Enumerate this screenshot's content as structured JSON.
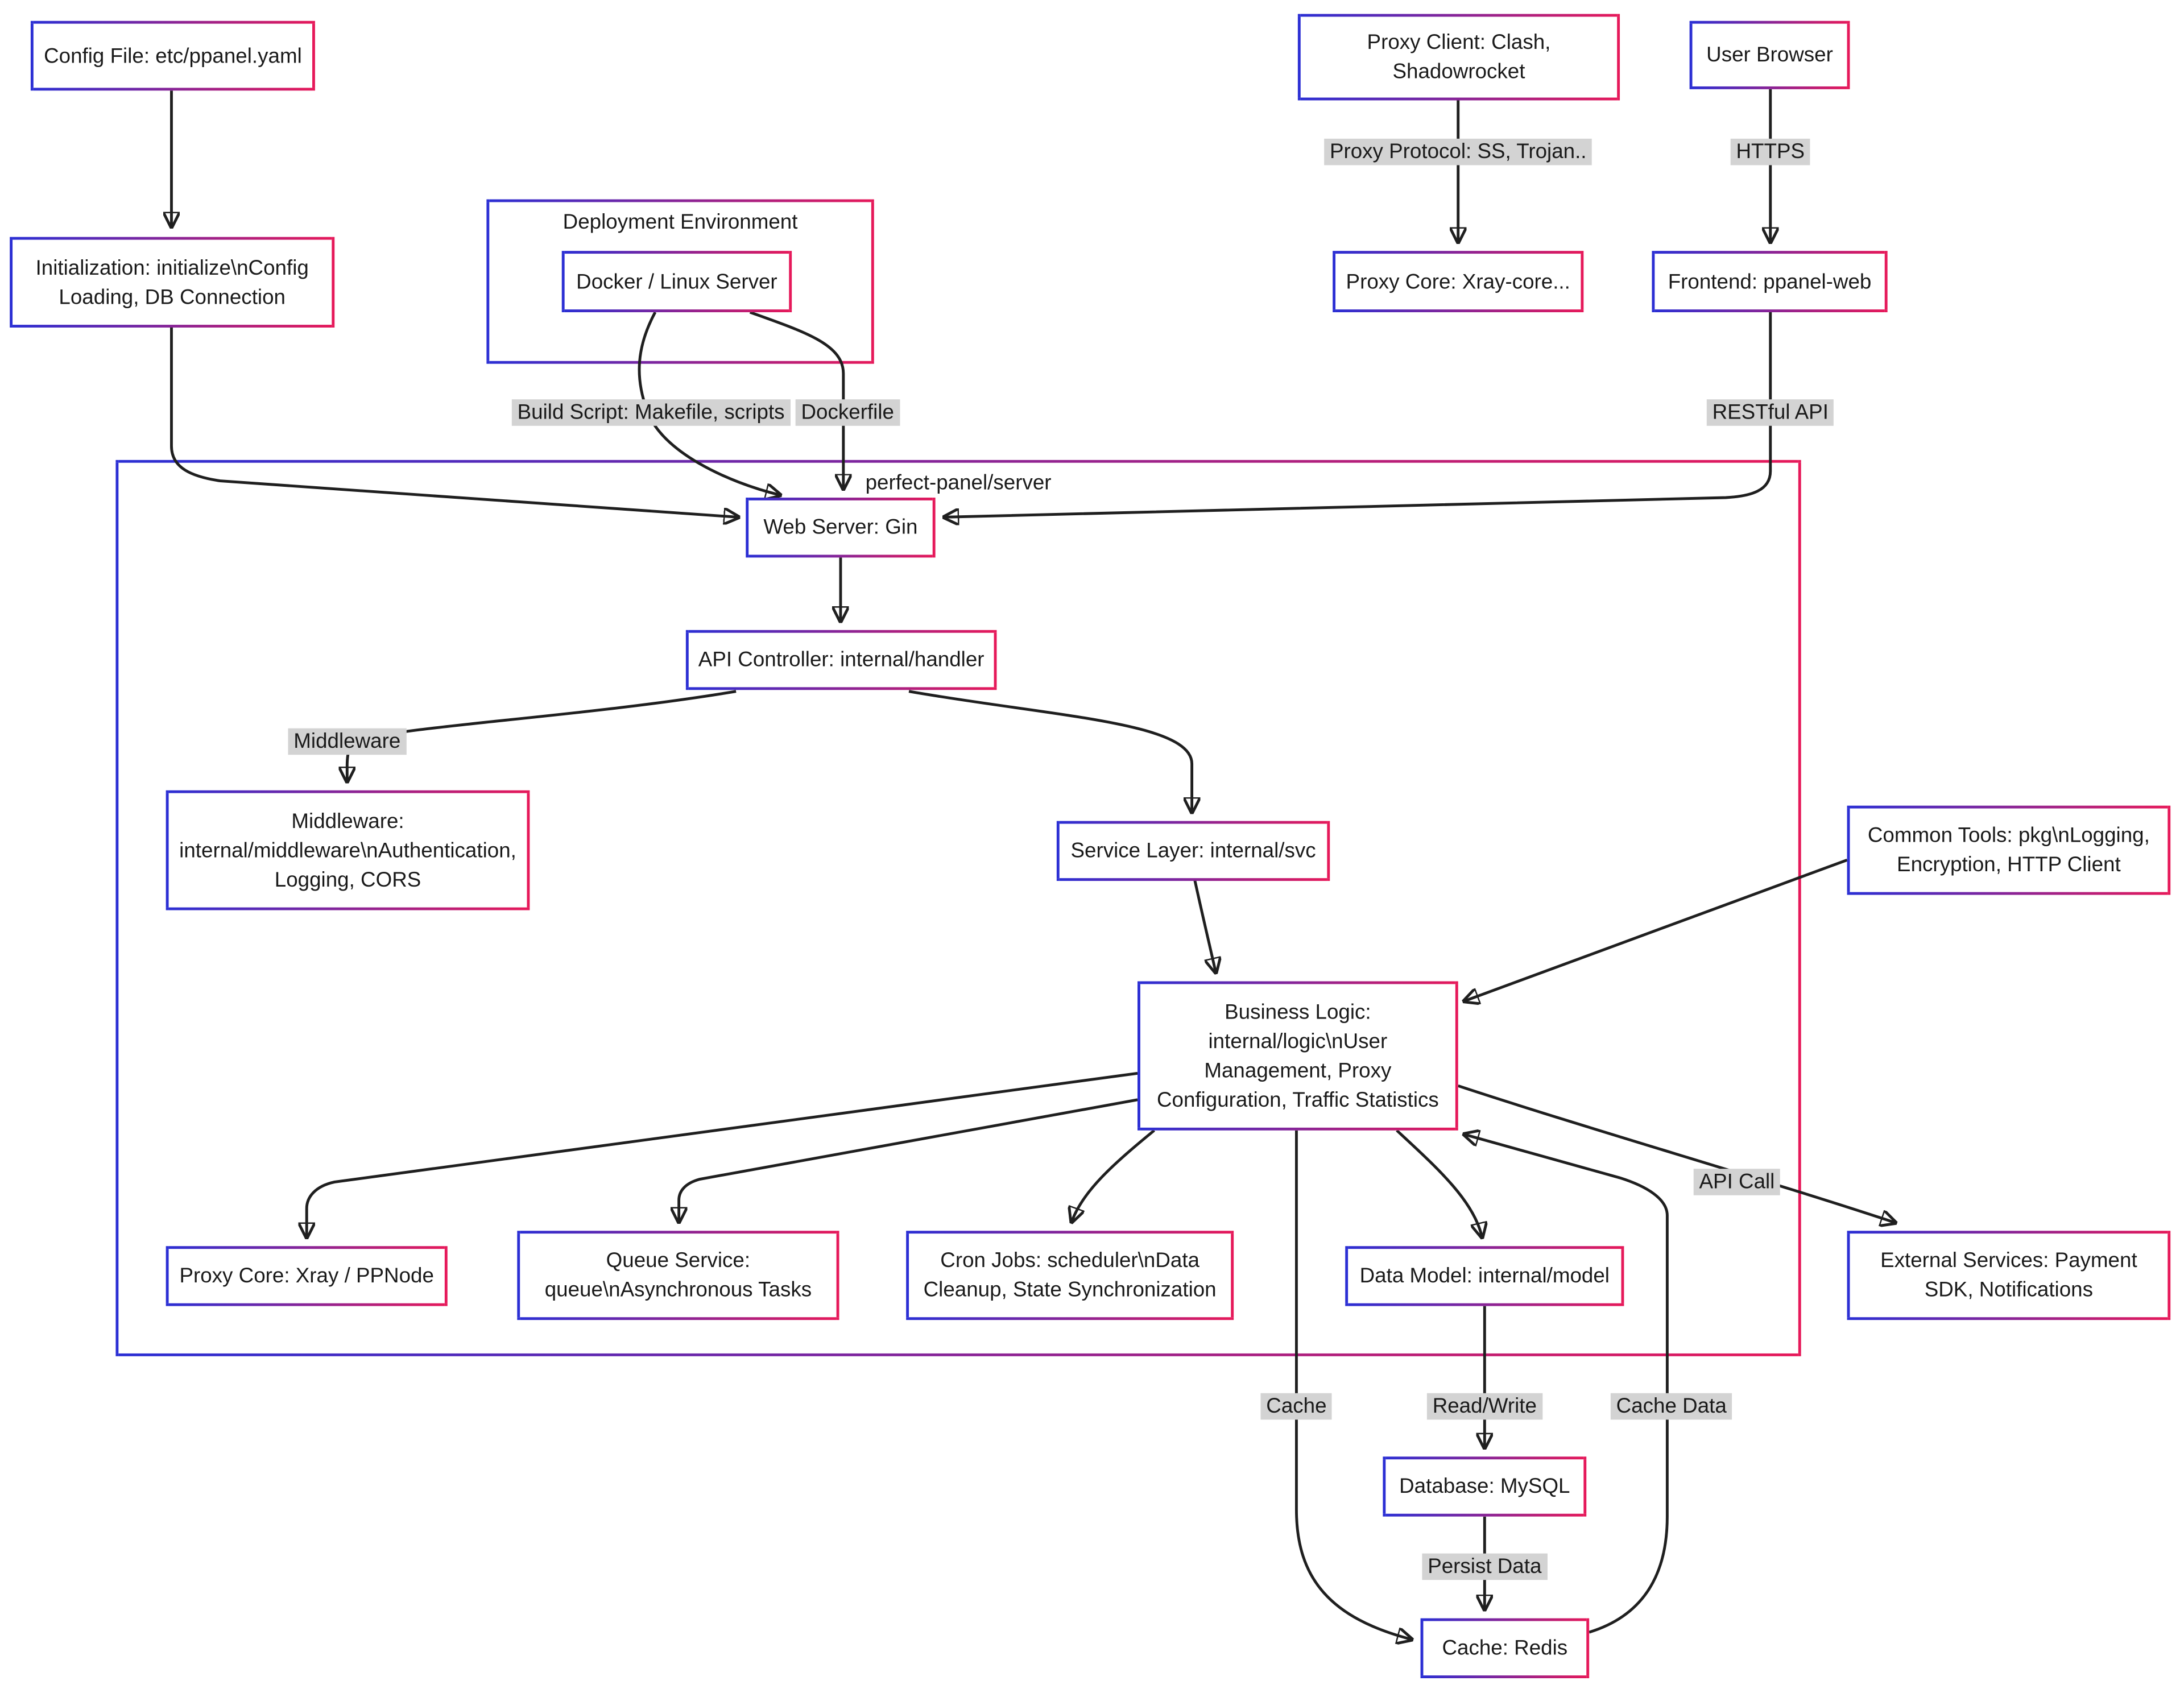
{
  "diagram": {
    "colors": {
      "border_blue": "#2b2fd4",
      "border_red": "#e6195a",
      "edge_label_bg": "#d3d3d3",
      "edge_color": "#1f1f1f"
    },
    "containers": {
      "deployment": {
        "label": "Deployment Environment"
      },
      "server": {
        "label": "perfect-panel/server"
      }
    },
    "nodes": {
      "config_file": {
        "lines": [
          "Config File: etc/ppanel.yaml"
        ]
      },
      "proxy_client": {
        "lines": [
          "Proxy Client: Clash,",
          "Shadowrocket"
        ]
      },
      "user_browser": {
        "lines": [
          "User Browser"
        ]
      },
      "docker": {
        "lines": [
          "Docker / Linux Server"
        ]
      },
      "initialization": {
        "lines": [
          "Initialization: initialize\\nConfig",
          "Loading, DB Connection"
        ]
      },
      "proxy_core_xray": {
        "lines": [
          "Proxy Core: Xray-core..."
        ]
      },
      "frontend": {
        "lines": [
          "Frontend: ppanel-web"
        ]
      },
      "web_server": {
        "lines": [
          "Web Server: Gin"
        ]
      },
      "api_controller": {
        "lines": [
          "API Controller: internal/handler"
        ]
      },
      "middleware": {
        "lines": [
          "Middleware:",
          "internal/middleware\\nAuthentication,",
          "Logging, CORS"
        ]
      },
      "service_layer": {
        "lines": [
          "Service Layer: internal/svc"
        ]
      },
      "business_logic": {
        "lines": [
          "Business Logic:",
          "internal/logic\\nUser",
          "Management, Proxy",
          "Configuration, Traffic Statistics"
        ]
      },
      "proxy_core_node": {
        "lines": [
          "Proxy Core: Xray / PPNode"
        ]
      },
      "queue_service": {
        "lines": [
          "Queue Service:",
          "queue\\nAsynchronous Tasks"
        ]
      },
      "cron_jobs": {
        "lines": [
          "Cron Jobs: scheduler\\nData",
          "Cleanup, State Synchronization"
        ]
      },
      "data_model": {
        "lines": [
          "Data Model: internal/model"
        ]
      },
      "common_tools": {
        "lines": [
          "Common Tools: pkg\\nLogging,",
          "Encryption, HTTP Client"
        ]
      },
      "external_services": {
        "lines": [
          "External Services: Payment",
          "SDK, Notifications"
        ]
      },
      "database": {
        "lines": [
          "Database: MySQL"
        ]
      },
      "redis": {
        "lines": [
          "Cache: Redis"
        ]
      }
    },
    "edge_labels": {
      "proxy_protocol": "Proxy Protocol: SS, Trojan..",
      "https": "HTTPS",
      "build_script": "Build Script: Makefile, scripts",
      "dockerfile": "Dockerfile",
      "restful_api": "RESTful API",
      "middleware": "Middleware",
      "api_call": "API Call",
      "cache": "Cache",
      "read_write": "Read/Write",
      "cache_data": "Cache Data",
      "persist_data": "Persist Data"
    }
  }
}
